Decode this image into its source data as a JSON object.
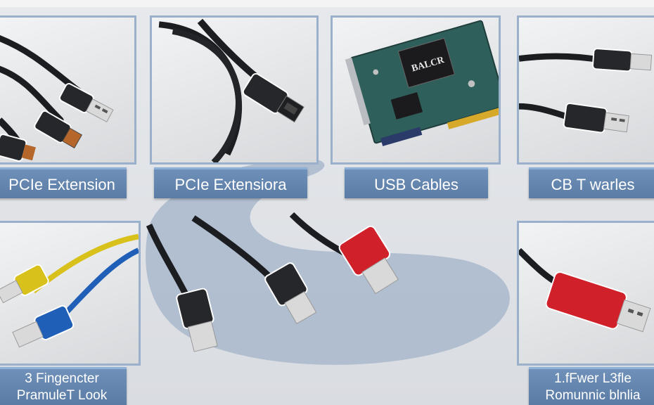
{
  "tiles": {
    "tile_1": {
      "caption": "PCIe Extension"
    },
    "tile_2": {
      "caption": "PCIe Extensiora"
    },
    "tile_3": {
      "caption": "USB Cables",
      "chip_label": "BALCR"
    },
    "tile_4": {
      "caption": "CB T warles"
    },
    "tile_5": {
      "caption_line1": "3 Fingencter",
      "caption_line2": "PramuleT Look"
    },
    "tile_6": {
      "caption_line1": "1.fFwer L3fle",
      "caption_line2": "Romunnic blnlia"
    }
  },
  "colors": {
    "caption_bg": "#5f80a8",
    "tile_border": "#9ab0cb",
    "backdrop_blob": "#a9b9cc",
    "cable_black": "#1c1d20",
    "cable_yellow": "#d8c11a",
    "cable_blue": "#1f5fb8",
    "cable_red": "#d0202a",
    "pcb_green": "#2f5f5a"
  }
}
